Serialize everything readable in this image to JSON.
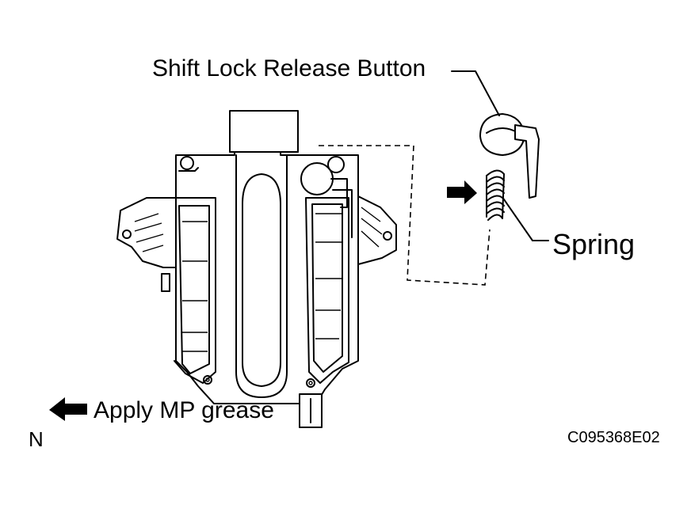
{
  "labels": {
    "shift_lock_release_button": "Shift Lock Release Button",
    "spring": "Spring",
    "apply_mp_grease": "Apply MP grease",
    "n": "N",
    "figure_code": "C095368E02"
  },
  "colors": {
    "ink": "#000000",
    "background": "#ffffff"
  },
  "icons": {
    "insert_arrow": "arrow-right-filled",
    "grease_arrow": "arrow-left-filled"
  }
}
